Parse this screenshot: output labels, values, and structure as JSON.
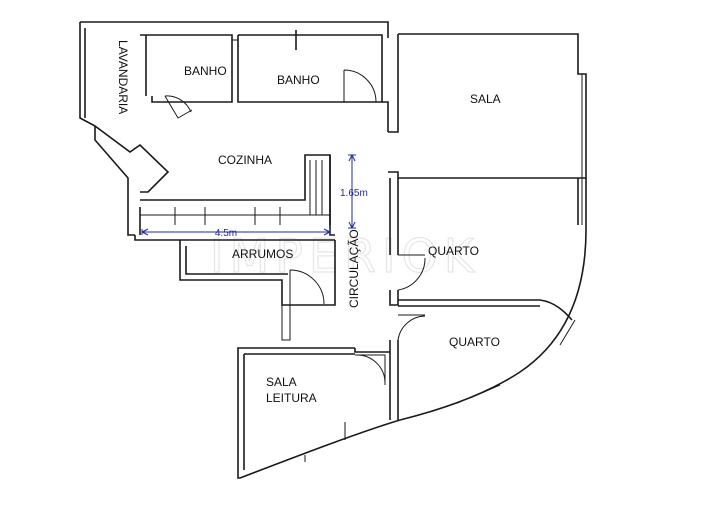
{
  "rooms": {
    "lavandaria": "LAVANDARIA",
    "banho_1": "BANHO",
    "banho_2": "BANHO",
    "sala": "SALA",
    "cozinha": "COZINHA",
    "arrumos": "ARRUMOS",
    "circulacao": "CIRCULAÇÃO",
    "quarto_1": "QUARTO",
    "quarto_2": "QUARTO",
    "sala_leitura_line1": "SALA",
    "sala_leitura_line2": "LEITURA"
  },
  "dimensions": {
    "width_label": "4.5m",
    "height_label": "1.65m"
  },
  "colors": {
    "walls": "#1a1a1a",
    "dimension": "#1f2a9a",
    "background": "#ffffff"
  },
  "watermark": "IMPERIOK"
}
